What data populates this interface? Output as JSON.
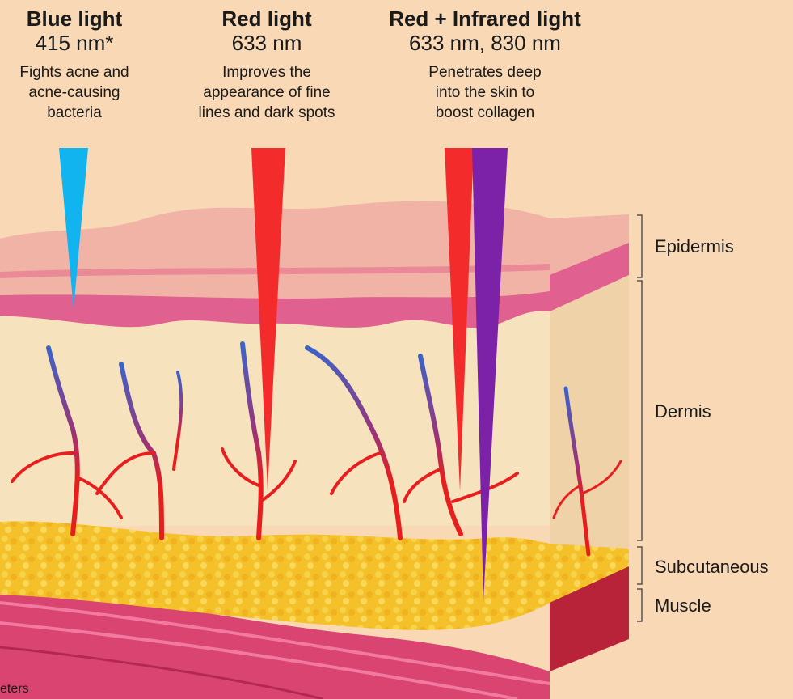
{
  "lights": [
    {
      "title": "Blue light",
      "wavelength": "415 nm*",
      "description_lines": [
        "Fights acne and",
        "acne-causing",
        "bacteria"
      ],
      "color": "#12b4ef"
    },
    {
      "title": "Red light",
      "wavelength": "633 nm",
      "description_lines": [
        "Improves the",
        "appearance of fine",
        "lines and dark spots"
      ],
      "color": "#f42b2b"
    },
    {
      "title": "Red + Infrared light",
      "wavelength": "633 nm, 830 nm",
      "description_lines": [
        "Penetrates deep",
        "into the skin to",
        "boost collagen"
      ],
      "colors": [
        "#f42b2b",
        "#7b22a8"
      ]
    }
  ],
  "layers": [
    "Epidermis",
    "Dermis",
    "Subcutaneous",
    "Muscle"
  ],
  "footer": "eters",
  "colors": {
    "background": "#f8d8b5",
    "epidermis": "#f0b3a6",
    "dermis": "#f6e2bd",
    "fat": "#f4c12a",
    "muscle": "#d94570",
    "vessel_red": "#e81d1d",
    "vessel_blue": "#3c63c8"
  }
}
